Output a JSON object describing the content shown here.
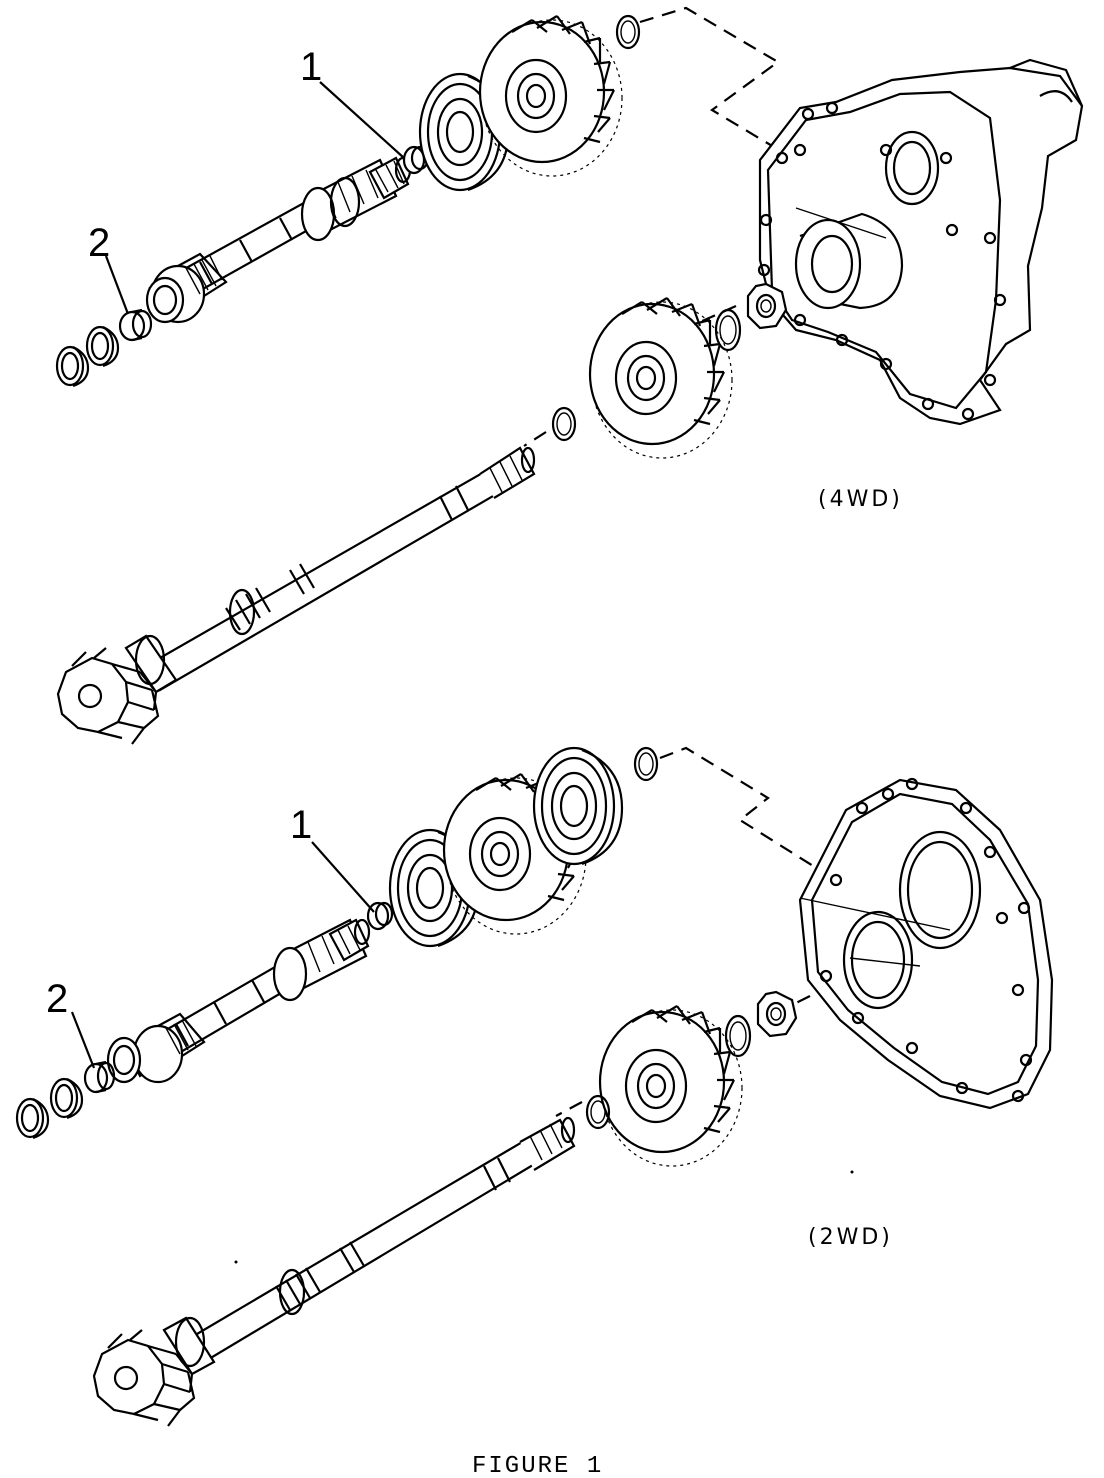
{
  "figure": {
    "caption": "FIGURE 1",
    "assemblies": [
      {
        "variant_label": "(4WD)",
        "callouts": [
          "1",
          "2"
        ]
      },
      {
        "variant_label": "(2WD)",
        "callouts": [
          "1",
          "2"
        ]
      }
    ]
  }
}
